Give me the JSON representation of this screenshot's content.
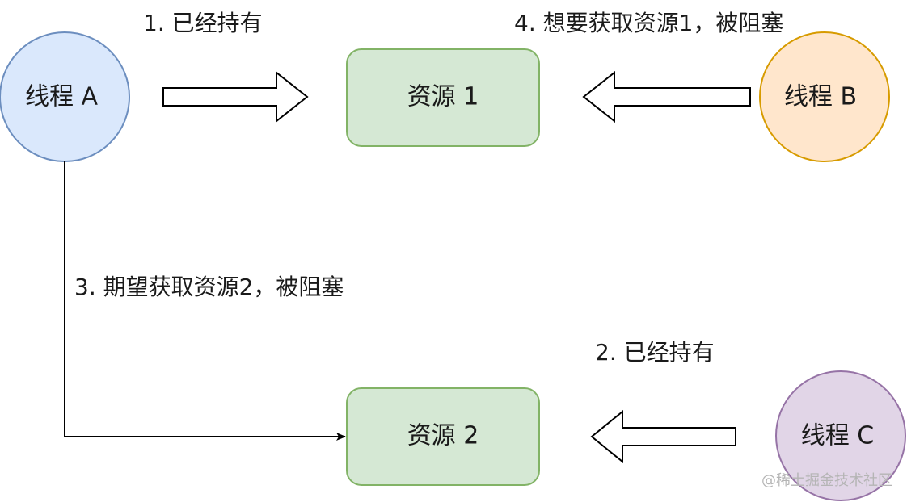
{
  "threads": {
    "a": {
      "label": "线程 A",
      "fill": "#dae8fc",
      "stroke": "#6c8ebf"
    },
    "b": {
      "label": "线程 B",
      "fill": "#ffe6cc",
      "stroke": "#d79b00"
    },
    "c": {
      "label": "线程 C",
      "fill": "#e1d5e7",
      "stroke": "#9673a6"
    }
  },
  "resources": {
    "r1": {
      "label": "资源 1",
      "fill": "#d5e8d4",
      "stroke": "#82b366"
    },
    "r2": {
      "label": "资源 2",
      "fill": "#d5e8d4",
      "stroke": "#82b366"
    }
  },
  "edges": {
    "a_holds_r1": "1. 已经持有",
    "c_holds_r2": "2. 已经持有",
    "a_wants_r2": "3. 期望获取资源2，被阻塞",
    "b_wants_r1": "4. 想要获取资源1，被阻塞"
  },
  "watermark": "@稀土掘金技术社区"
}
